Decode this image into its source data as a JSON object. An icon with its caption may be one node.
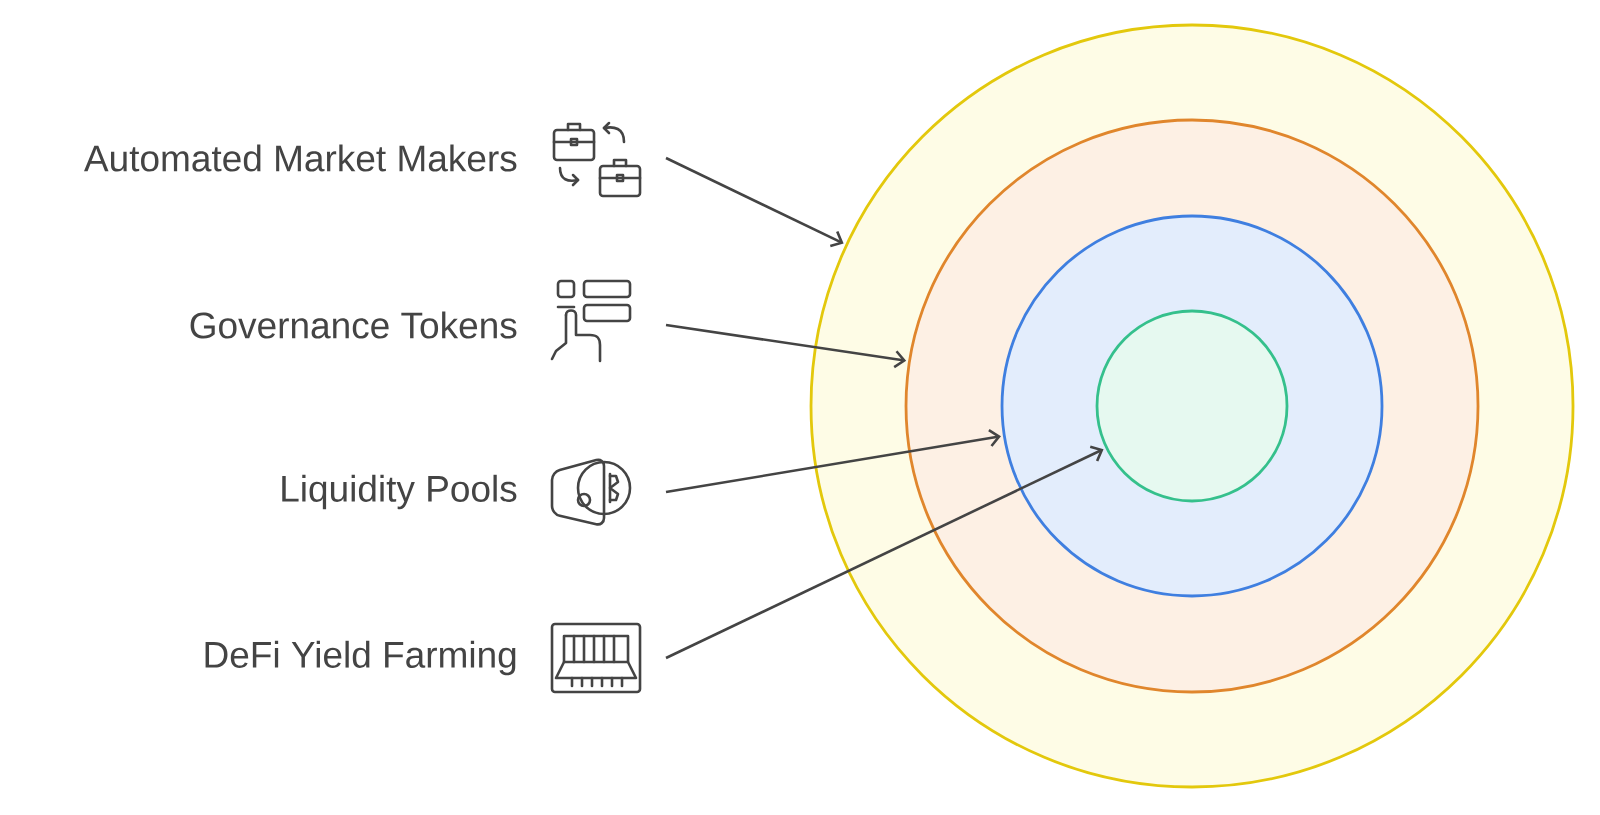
{
  "diagram": {
    "nodes": [
      {
        "text": [
          "Automated Market Makers"
        ]
      },
      {
        "text": [
          "Governance Tokens"
        ]
      },
      {
        "text": [
          "Liquidity Pools"
        ]
      },
      {
        "text": [
          "DeFi Yield Farming"
        ]
      },
      {
        "text": [],
        "shape": "circle"
      },
      {
        "text": [],
        "shape": "circle",
        "in": 4
      },
      {
        "text": [],
        "shape": "circle",
        "in": 5
      },
      {
        "text": [],
        "shape": "circle",
        "in": 6
      }
    ],
    "edges": [
      {
        "from": 0,
        "to": 4,
        "arrow": "to"
      },
      {
        "from": 1,
        "to": 5,
        "arrow": "to"
      },
      {
        "from": 2,
        "to": 6,
        "arrow": "to"
      },
      {
        "from": 3,
        "to": 7,
        "arrow": "to"
      }
    ]
  }
}
